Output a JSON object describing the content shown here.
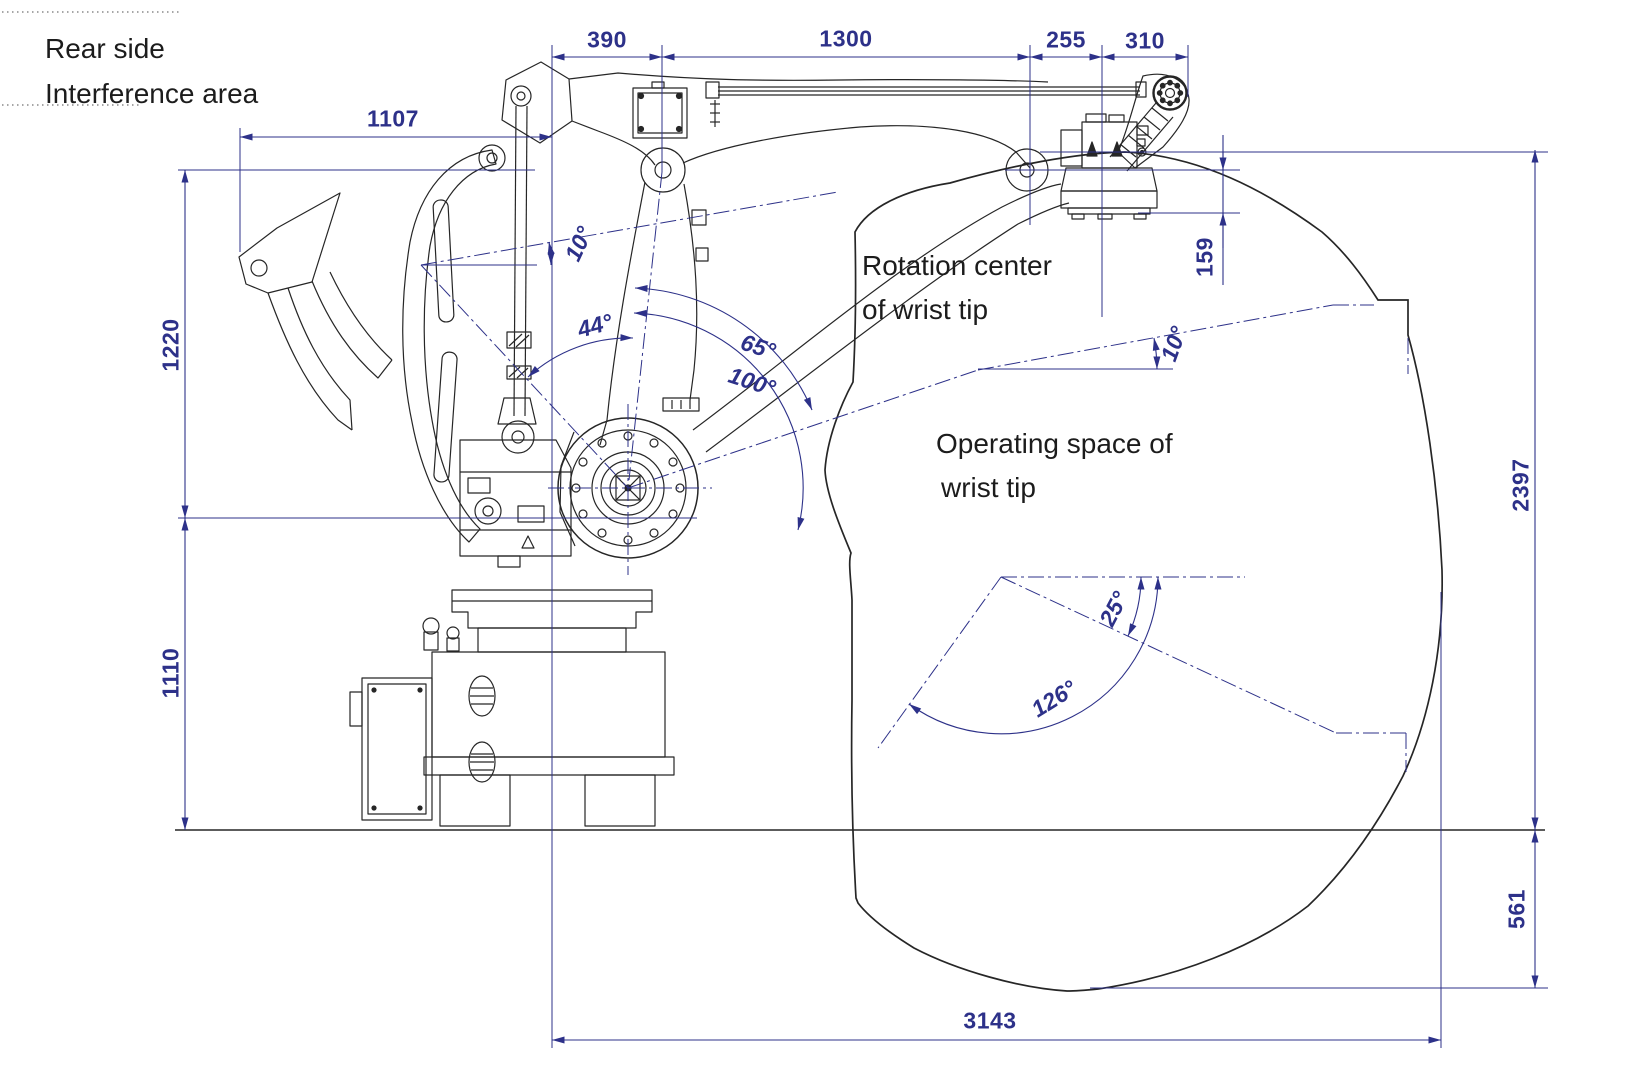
{
  "colors": {
    "dimension_blue": "#2d3189",
    "drawing_dark": "#262626"
  },
  "labels": {
    "rear_side_line1": "Rear side",
    "rear_side_line2": "Interference area",
    "rotation_center_line1": "Rotation center",
    "rotation_center_line2": "of wrist tip",
    "operating_space_line1": "Operating space of",
    "operating_space_line2": "wrist tip"
  },
  "dimensions": {
    "width_390": "390",
    "width_1300": "1300",
    "width_255": "255",
    "width_310": "310",
    "width_1107": "1107",
    "height_1220": "1220",
    "height_1110": "1110",
    "height_159": "159",
    "height_2397": "2397",
    "height_561": "561",
    "width_3143": "3143"
  },
  "angles": {
    "rear_tilt": "10°",
    "arm_back": "44°",
    "arm_forward": "65°",
    "arm_total": "100°",
    "wrist_upper": "10°",
    "wrist_lower": "25°",
    "lower_sweep": "126°"
  }
}
